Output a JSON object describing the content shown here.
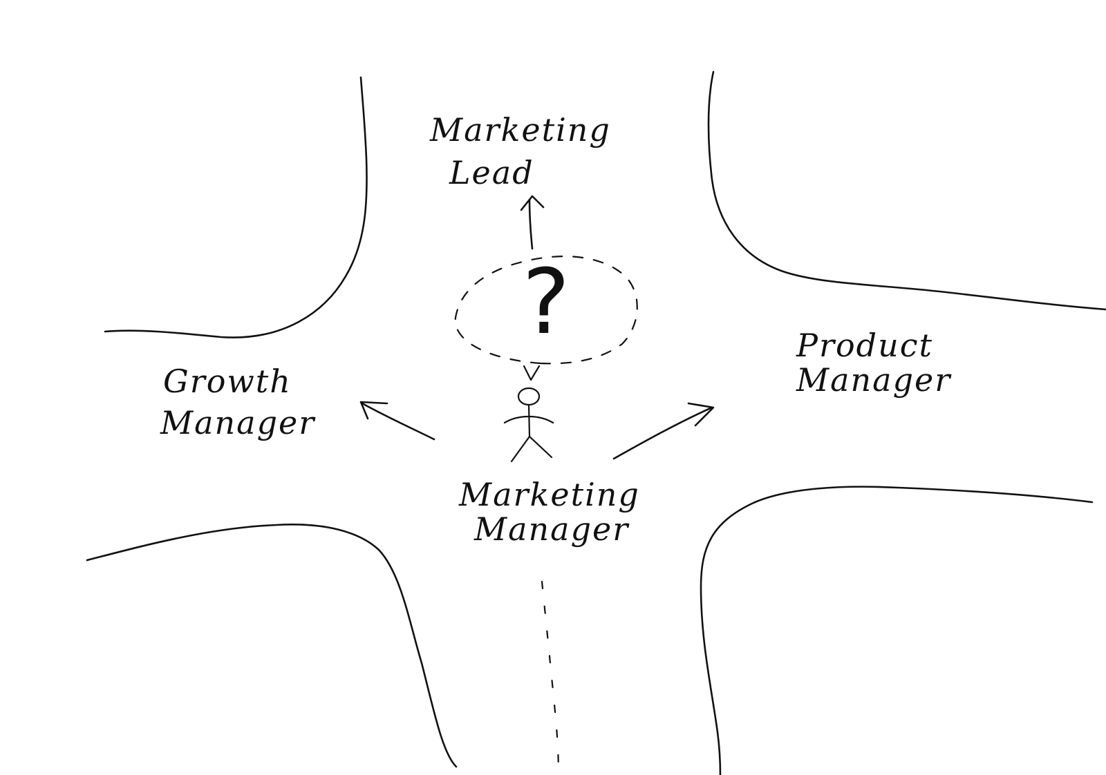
{
  "colors": {
    "ink": "#111111",
    "paper": "#ffffff"
  },
  "diagram": {
    "center_role": {
      "line1": "Marketing",
      "line2": "Manager"
    },
    "thought": {
      "symbol": "?"
    },
    "paths": [
      {
        "direction": "up",
        "line1": "Marketing",
        "line2": "Lead"
      },
      {
        "direction": "left",
        "line1": "Growth",
        "line2": "Manager"
      },
      {
        "direction": "right",
        "line1": "Product",
        "line2": "Manager"
      }
    ]
  }
}
